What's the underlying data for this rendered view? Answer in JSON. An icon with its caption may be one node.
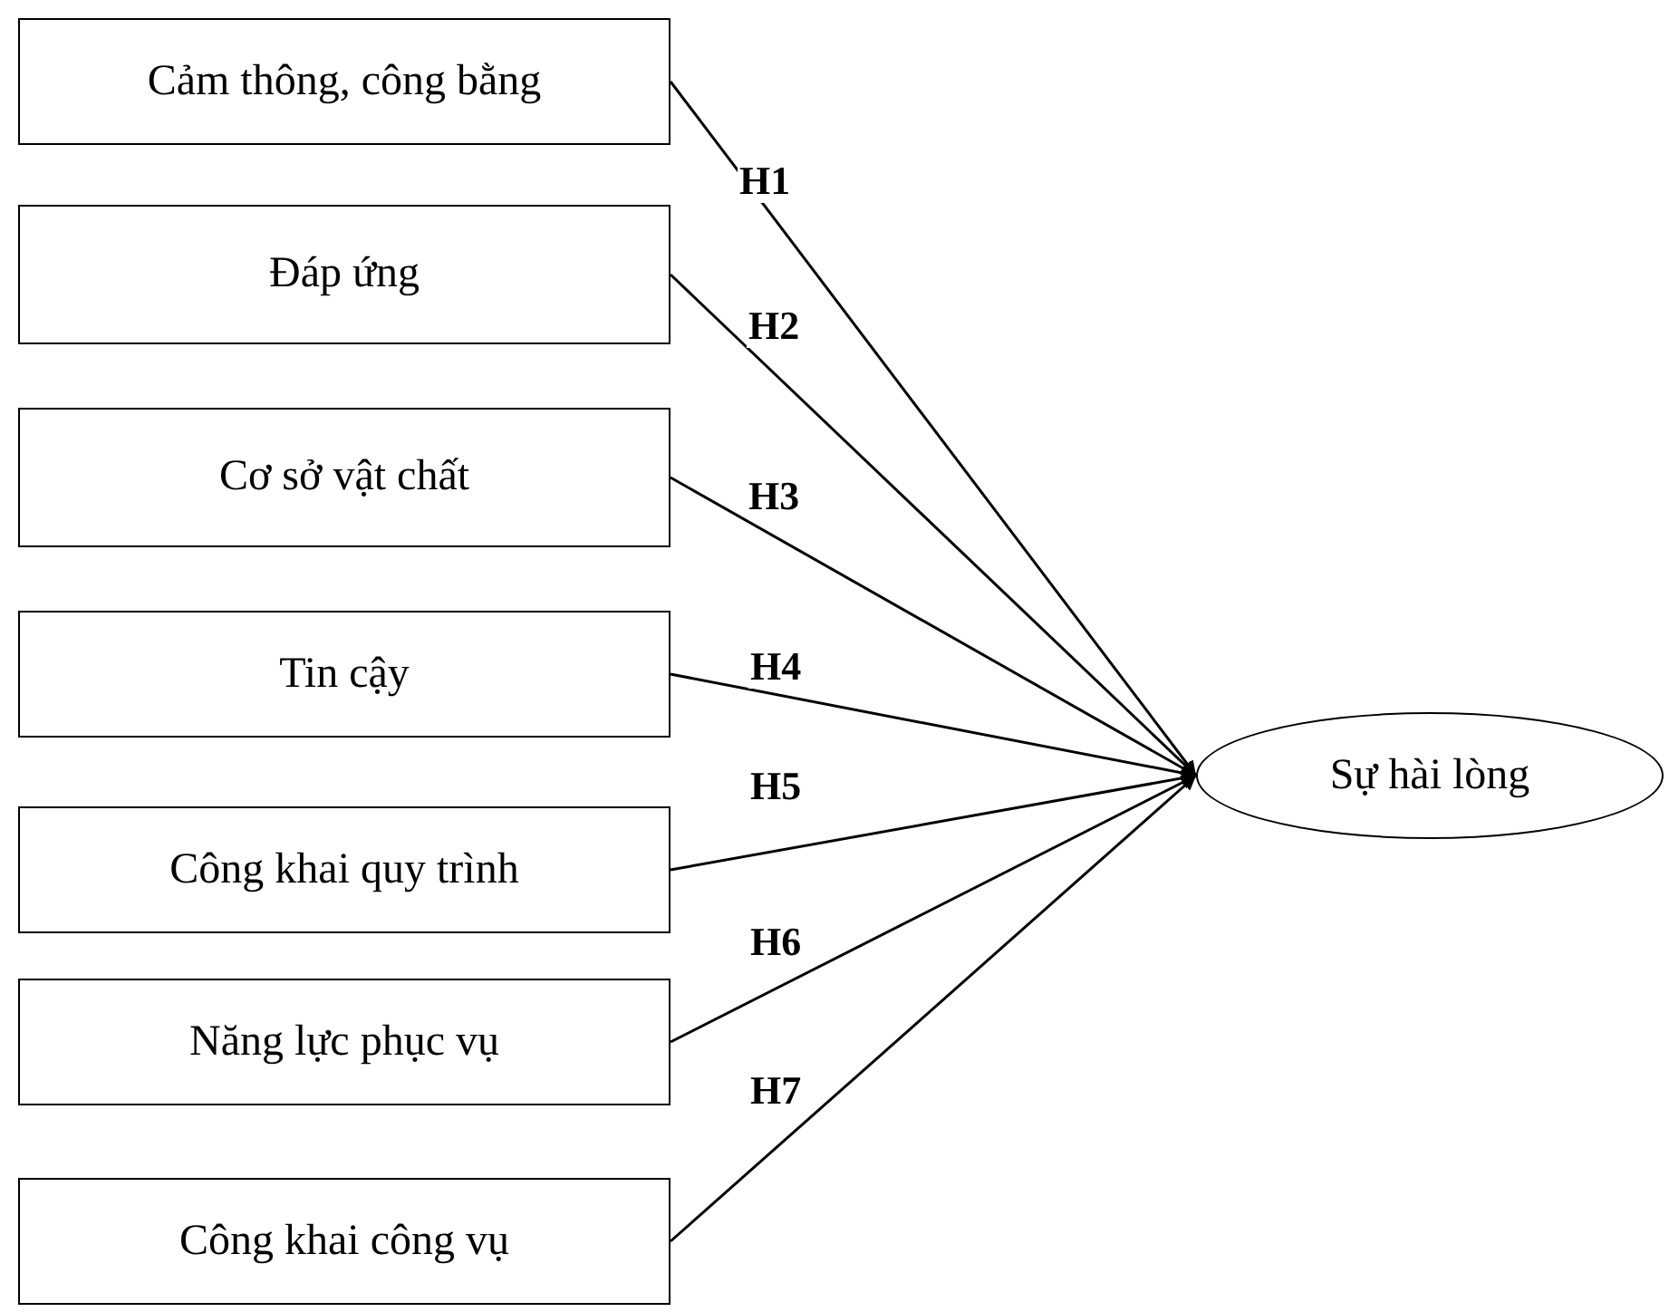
{
  "diagram": {
    "nodes": [
      {
        "text": [
          "Cảm thông, công bằng"
        ]
      },
      {
        "text": [
          "Đáp ứng"
        ]
      },
      {
        "text": [
          "Cơ sở vật chất"
        ]
      },
      {
        "text": [
          "Tin cậy"
        ]
      },
      {
        "text": [
          "Công khai quy trình"
        ]
      },
      {
        "text": [
          "Năng lực phục vụ"
        ]
      },
      {
        "text": [
          "Công khai công vụ"
        ]
      },
      {
        "text": [
          "Sự hài lòng"
        ]
      }
    ],
    "edges": [
      {
        "from": 0,
        "to": 7,
        "arrow": "to",
        "label": "H1"
      },
      {
        "from": 1,
        "to": 7,
        "arrow": "to",
        "label": "H2"
      },
      {
        "from": 2,
        "to": 7,
        "arrow": "to",
        "label": "H3"
      },
      {
        "from": 3,
        "to": 7,
        "arrow": "to",
        "label": "H4"
      },
      {
        "from": 4,
        "to": 7,
        "arrow": "to",
        "label": "H5"
      },
      {
        "from": 5,
        "to": 7,
        "arrow": "to",
        "label": "H6"
      },
      {
        "from": 6,
        "to": 7,
        "arrow": "to",
        "label": "H7"
      }
    ]
  }
}
